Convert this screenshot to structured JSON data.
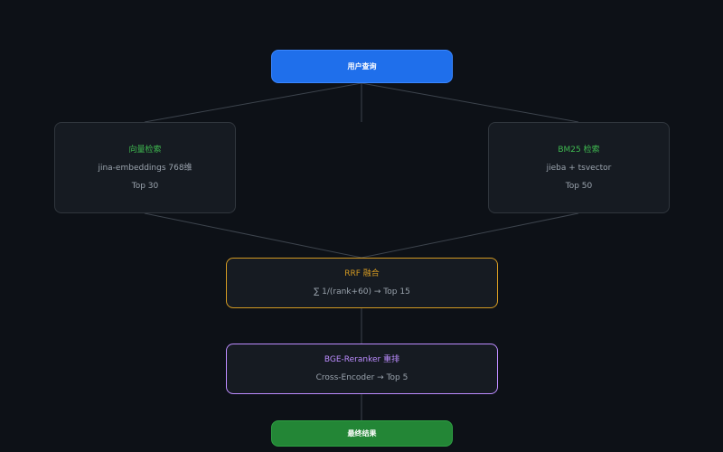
{
  "nodes": {
    "query": {
      "title": "用户查询"
    },
    "vector": {
      "title": "向量检索",
      "lines": [
        "jina-embeddings 768维",
        "Top 30"
      ]
    },
    "bm25": {
      "title": "BM25 检索",
      "lines": [
        "jieba + tsvector",
        "Top 50"
      ]
    },
    "rrf": {
      "title": "RRF 融合",
      "lines": [
        "∑ 1/(rank+60) → Top 15"
      ]
    },
    "rerank": {
      "title": "BGE-Reranker 重排",
      "lines": [
        "Cross-Encoder → Top 5"
      ]
    },
    "result": {
      "title": "最终结果"
    }
  },
  "colors": {
    "background": "#0d1117",
    "query": "#1f6feb",
    "result": "#238636",
    "bm25_vector_title": "#3fb950",
    "rrf": "#d29922",
    "rerank": "#bc8cff"
  }
}
